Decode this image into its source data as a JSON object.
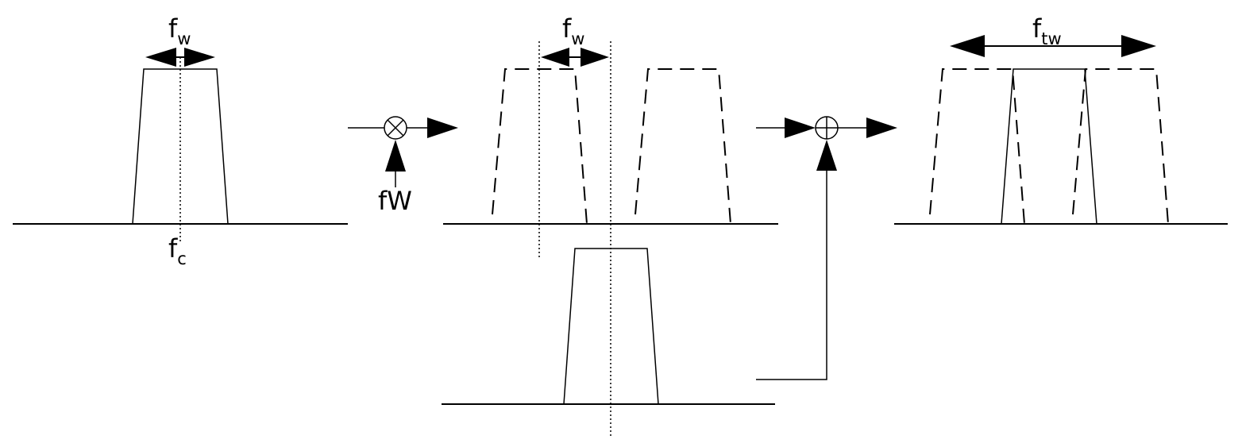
{
  "labels": {
    "fw_main": "f",
    "fw_sub": "w",
    "fc_main": "f",
    "fc_sub": "c",
    "mixer_lo": "fW",
    "ftw_main": "f",
    "ftw_sub": "tw"
  }
}
